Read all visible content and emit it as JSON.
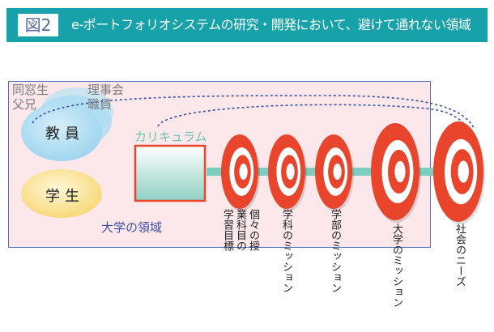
{
  "header": {
    "figure_label": "図2",
    "title": "e-ポートフォリオシステムの研究・開発において、避けて通れない領域"
  },
  "colors": {
    "header": "#17a2aa",
    "region": "#fce7eb",
    "target": "#e8452c",
    "arrow": "#7ccfc0",
    "dotted": "#3f4fa8"
  },
  "diagram": {
    "outer_groups": [
      "同窓生",
      "父兄",
      "理事会",
      "職員"
    ],
    "faculty": "教員",
    "students": "学生",
    "curriculum": "カリキュラム",
    "region_label": "大学の領域",
    "targets": [
      {
        "label": "個々の授業科目の学習目標"
      },
      {
        "label": "学科のミッション"
      },
      {
        "label": "学部のミッション"
      },
      {
        "label": "大学のミッション"
      },
      {
        "label": "社会のニーズ"
      }
    ]
  }
}
